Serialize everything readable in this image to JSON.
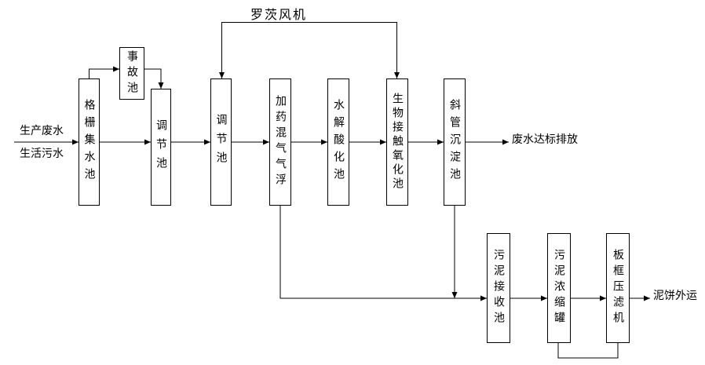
{
  "diagram": {
    "blower_label": "罗茨风机",
    "influent": {
      "line1": "生产废水",
      "line2": "生活污水"
    },
    "effluent_label": "废水达标排放",
    "sludge_out_label": "泥饼外运",
    "boxes": [
      {
        "id": "grid-sump",
        "label": "格栅集水池"
      },
      {
        "id": "accident-tank",
        "label": "事故池"
      },
      {
        "id": "regulating-tank-1",
        "label": "调节池"
      },
      {
        "id": "regulating-tank-2",
        "label": "调节池"
      },
      {
        "id": "dosing-daf",
        "label": "加药混气气浮"
      },
      {
        "id": "hydrolysis",
        "label": "水解酸化池"
      },
      {
        "id": "bio-oxidation",
        "label": "生物接触氧化池"
      },
      {
        "id": "inclined-settler",
        "label": "斜管沉淀池"
      },
      {
        "id": "sludge-receiving",
        "label": "污泥接收池"
      },
      {
        "id": "sludge-thickener",
        "label": "污泥浓缩罐"
      },
      {
        "id": "filter-press",
        "label": "板框压滤机"
      }
    ],
    "colors": {
      "line": "#000000",
      "background": "#ffffff",
      "text": "#000000"
    }
  }
}
